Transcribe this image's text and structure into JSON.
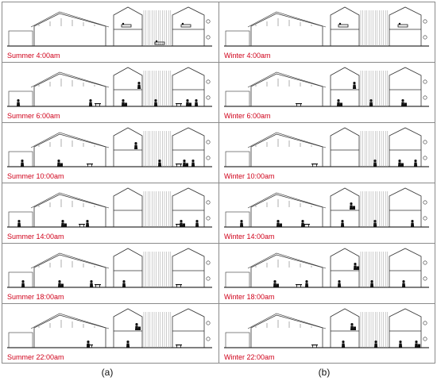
{
  "panels_left": [
    {
      "caption": "Summer 4:00am"
    },
    {
      "caption": "Summer 6:00am"
    },
    {
      "caption": "Summer 10:00am"
    },
    {
      "caption": "Summer 14:00am"
    },
    {
      "caption": "Summer 18:00am"
    },
    {
      "caption": "Summer 22:00am"
    }
  ],
  "panels_right": [
    {
      "caption": "Winter 4:00am"
    },
    {
      "caption": "Winter 6:00am"
    },
    {
      "caption": "Winter 10:00am"
    },
    {
      "caption": "Winter 14:00am"
    },
    {
      "caption": "Winter 18:00am"
    },
    {
      "caption": "Winter 22:00am"
    }
  ],
  "sublabels": {
    "left": "(a)",
    "right": "(b)"
  },
  "colors": {
    "caption": "#d0021b",
    "line": "#333333",
    "figure": "#111111"
  }
}
